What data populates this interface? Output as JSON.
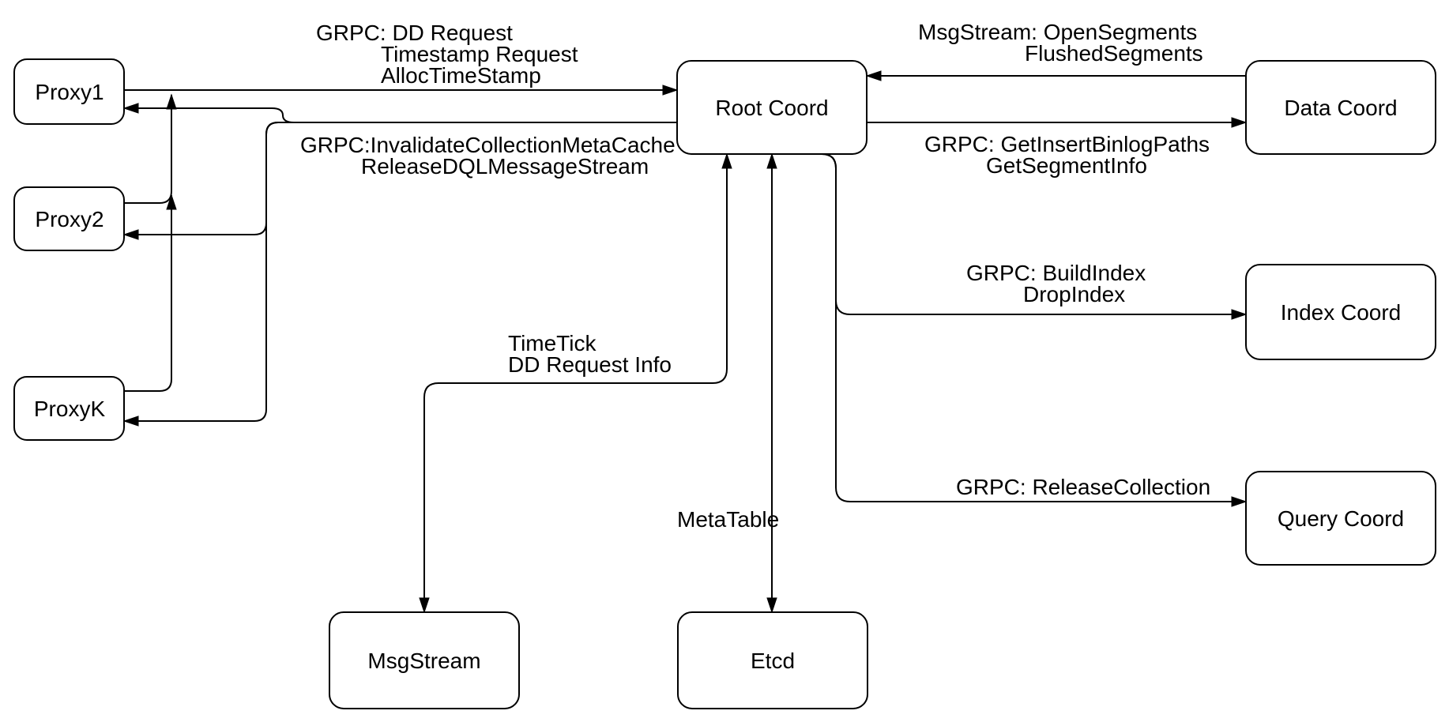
{
  "canvas": {
    "background_color": "#ffffff",
    "line_color": "#000000",
    "text_color": "#000000"
  },
  "nodes": {
    "proxy1": {
      "label": "Proxy1"
    },
    "proxy2": {
      "label": "Proxy2"
    },
    "proxyk": {
      "label": "ProxyK"
    },
    "root_coord": {
      "label": "Root Coord"
    },
    "data_coord": {
      "label": "Data Coord"
    },
    "index_coord": {
      "label": "Index Coord"
    },
    "query_coord": {
      "label": "Query Coord"
    },
    "msgstream": {
      "label": "MsgStream"
    },
    "etcd": {
      "label": "Etcd"
    }
  },
  "edge_labels": {
    "proxies_to_root": {
      "line1": "GRPC: DD Request",
      "line2": "Timestamp Request",
      "line3": "AllocTimeStamp"
    },
    "root_to_proxies": {
      "line1": "GRPC:InvalidateCollectionMetaCache",
      "line2": "ReleaseDQLMessageStream"
    },
    "data_to_root": {
      "line1": "MsgStream: OpenSegments",
      "line2": "FlushedSegments"
    },
    "root_to_data": {
      "line1": "GRPC: GetInsertBinlogPaths",
      "line2": "GetSegmentInfo"
    },
    "root_to_index": {
      "line1": "GRPC: BuildIndex",
      "line2": "DropIndex"
    },
    "root_to_query": {
      "line1": "GRPC: ReleaseCollection"
    },
    "root_to_msgstream": {
      "line1": "TimeTick",
      "line2": "DD Request Info"
    },
    "root_to_etcd": {
      "line1": "MetaTable"
    }
  }
}
